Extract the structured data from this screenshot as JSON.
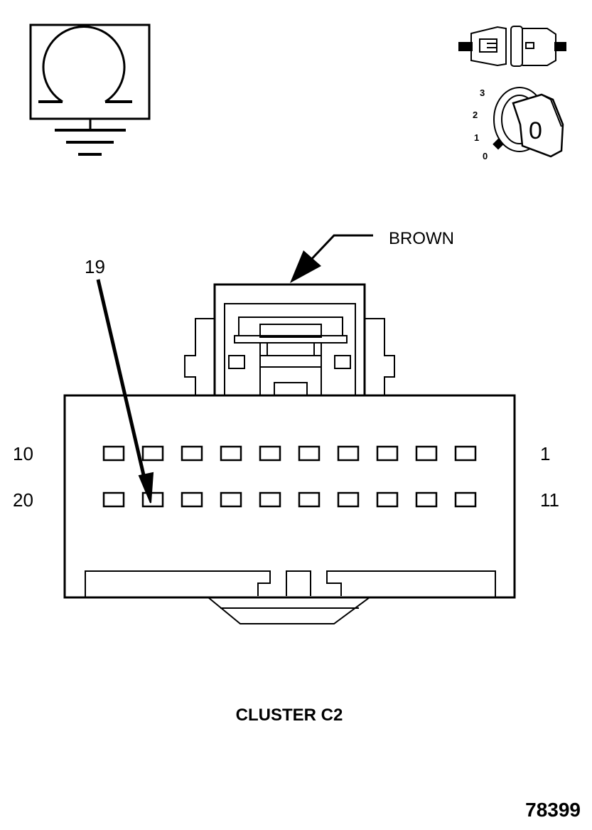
{
  "connector": {
    "color_label": "BROWN",
    "callout_pin": "19",
    "row1_left": "10",
    "row1_right": "1",
    "row2_left": "20",
    "row2_right": "11",
    "name": "CLUSTER C2"
  },
  "ignition_key": {
    "positions": [
      "3",
      "2",
      "1",
      "0"
    ],
    "key_label": "0"
  },
  "figure_number": "78399",
  "icons": [
    "ohmmeter-ground-icon",
    "connector-plug-icon",
    "ignition-switch-icon"
  ]
}
